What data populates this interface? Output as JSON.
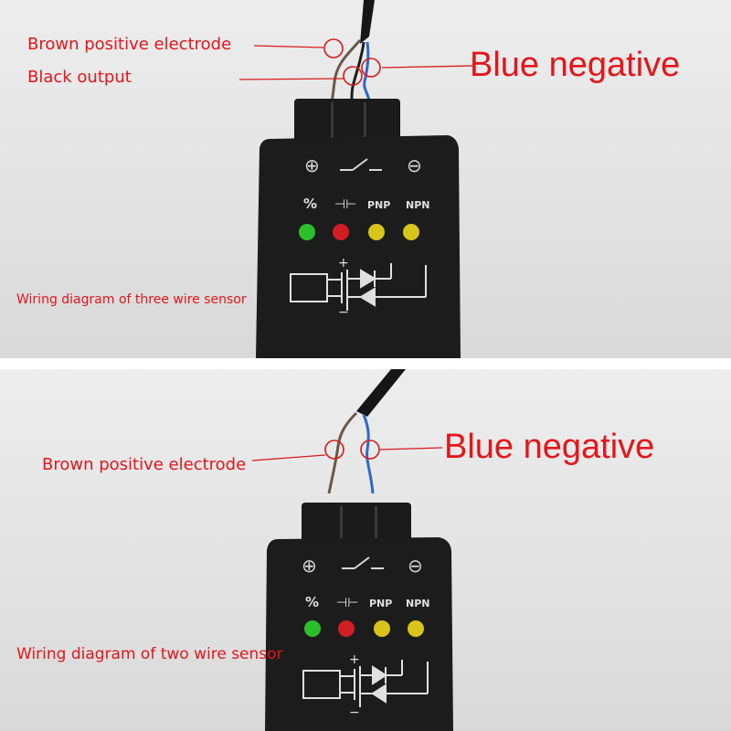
{
  "top_panel": {
    "brown_label": "Brown positive electrode",
    "black_label": "Black output",
    "blue_label": "Blue negative",
    "caption": "Wiring diagram of three wire sensor"
  },
  "bottom_panel": {
    "brown_label": "Brown positive electrode",
    "blue_label": "Blue negative",
    "caption": "Wiring diagram of two wire sensor"
  },
  "device": {
    "plus_symbol": "⊕",
    "minus_symbol": "⊖",
    "led_labels": [
      "%",
      "⊣⊢",
      "PNP",
      "NPN"
    ],
    "led_colors": [
      "#2bbf2b",
      "#d11d24",
      "#d8c51a",
      "#d8c51a"
    ],
    "diagram_plus": "+",
    "diagram_minus": "−"
  }
}
